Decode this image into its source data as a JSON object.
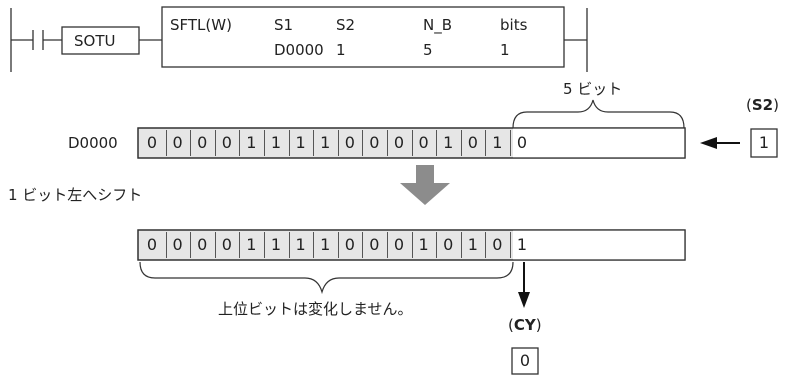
{
  "ladder": {
    "contact_label": "SOTU",
    "instruction": {
      "row1": [
        "SFTL(W)",
        "S1",
        "S2",
        "N_B",
        "bits"
      ],
      "row2": [
        "",
        "D0000",
        "1",
        "5",
        "1"
      ]
    }
  },
  "diagram": {
    "brace_top_label": "5 ビット",
    "s2_label_open": "(",
    "s2_label_bold": "S2",
    "s2_label_close": ")",
    "s2_value": "1",
    "source_label": "D0000",
    "source_bits": [
      "0",
      "0",
      "0",
      "0",
      "1",
      "1",
      "1",
      "1",
      "0",
      "0",
      "0",
      "0",
      "1",
      "0",
      "1",
      "0"
    ],
    "shift_label": "1 ビット左へシフト",
    "result_bits": [
      "0",
      "0",
      "0",
      "0",
      "1",
      "1",
      "1",
      "1",
      "0",
      "0",
      "0",
      "1",
      "0",
      "1",
      "0",
      "1"
    ],
    "note": "上位ビットは変化しません。",
    "cy_label_open": "(",
    "cy_label_bold": "CY",
    "cy_label_close": ")",
    "cy_value": "0"
  }
}
